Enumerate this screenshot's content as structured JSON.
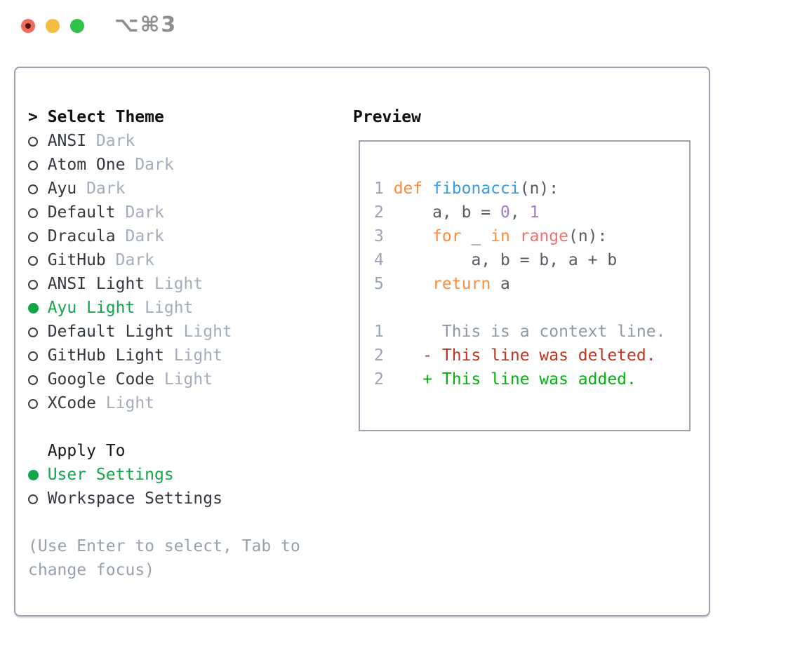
{
  "titlebar": {
    "title": "⌥⌘3"
  },
  "theme_panel": {
    "prompt": ">",
    "header": "Select Theme",
    "themes": [
      {
        "name": "ANSI",
        "variant": "Dark",
        "selected": false
      },
      {
        "name": "Atom One",
        "variant": "Dark",
        "selected": false
      },
      {
        "name": "Ayu",
        "variant": "Dark",
        "selected": false
      },
      {
        "name": "Default",
        "variant": "Dark",
        "selected": false
      },
      {
        "name": "Dracula",
        "variant": "Dark",
        "selected": false
      },
      {
        "name": "GitHub",
        "variant": "Dark",
        "selected": false
      },
      {
        "name": "ANSI Light",
        "variant": "Light",
        "selected": false
      },
      {
        "name": "Ayu Light",
        "variant": "Light",
        "selected": true
      },
      {
        "name": "Default Light",
        "variant": "Light",
        "selected": false
      },
      {
        "name": "GitHub Light",
        "variant": "Light",
        "selected": false
      },
      {
        "name": "Google Code",
        "variant": "Light",
        "selected": false
      },
      {
        "name": "XCode",
        "variant": "Light",
        "selected": false
      }
    ],
    "apply_to": {
      "header": "Apply To",
      "options": [
        {
          "label": "User Settings",
          "selected": true
        },
        {
          "label": "Workspace Settings",
          "selected": false
        }
      ]
    },
    "help_lines": [
      "(Use Enter to select, Tab to",
      "change focus)"
    ]
  },
  "preview_panel": {
    "header": "Preview",
    "code_lines": [
      {
        "n": "1",
        "tokens": [
          [
            "def",
            "keyword"
          ],
          [
            " ",
            "fg"
          ],
          [
            "fibonacci",
            "function"
          ],
          [
            "(n):",
            "fg"
          ]
        ]
      },
      {
        "n": "2",
        "tokens": [
          [
            "    a, b = ",
            "fg"
          ],
          [
            "0",
            "number"
          ],
          [
            ", ",
            "fg"
          ],
          [
            "1",
            "number"
          ]
        ]
      },
      {
        "n": "3",
        "tokens": [
          [
            "    ",
            "fg"
          ],
          [
            "for",
            "keyword"
          ],
          [
            " _ ",
            "fg"
          ],
          [
            "in",
            "keyword"
          ],
          [
            " ",
            "fg"
          ],
          [
            "range",
            "call"
          ],
          [
            "(n):",
            "fg"
          ]
        ]
      },
      {
        "n": "4",
        "tokens": [
          [
            "        a, b = b, a + b",
            "fg"
          ]
        ]
      },
      {
        "n": "5",
        "tokens": [
          [
            "    ",
            "fg"
          ],
          [
            "return",
            "keyword"
          ],
          [
            " a",
            "fg"
          ]
        ]
      }
    ],
    "diff_lines": [
      {
        "n": "1",
        "marker": " ",
        "text": "This is a context line.",
        "color": "context"
      },
      {
        "n": "2",
        "marker": "-",
        "text": "This line was deleted.",
        "color": "deleted"
      },
      {
        "n": "2",
        "marker": "+",
        "text": "This line was added.",
        "color": "added"
      }
    ]
  },
  "colors": {
    "keyword": "#fa8d3e",
    "function": "#399ee6",
    "number": "#a37acc",
    "call": "#f07171",
    "fg": "#555c64",
    "line_number": "#9aa4b4",
    "context": "#8f99a6",
    "deleted": "#c1331c",
    "added": "#00b30f",
    "selected": "#13a54a",
    "theme_name": "#33383f",
    "variant_muted": "#a3adbb",
    "header_black": "#0e1114",
    "help_gray": "#97a1ae",
    "traffic_red": "#ee6a5f",
    "traffic_yellow": "#f5bd40",
    "traffic_green": "#2fc148",
    "title_gray": "#8e8e8e",
    "border_gray": "#9aa2ae"
  }
}
